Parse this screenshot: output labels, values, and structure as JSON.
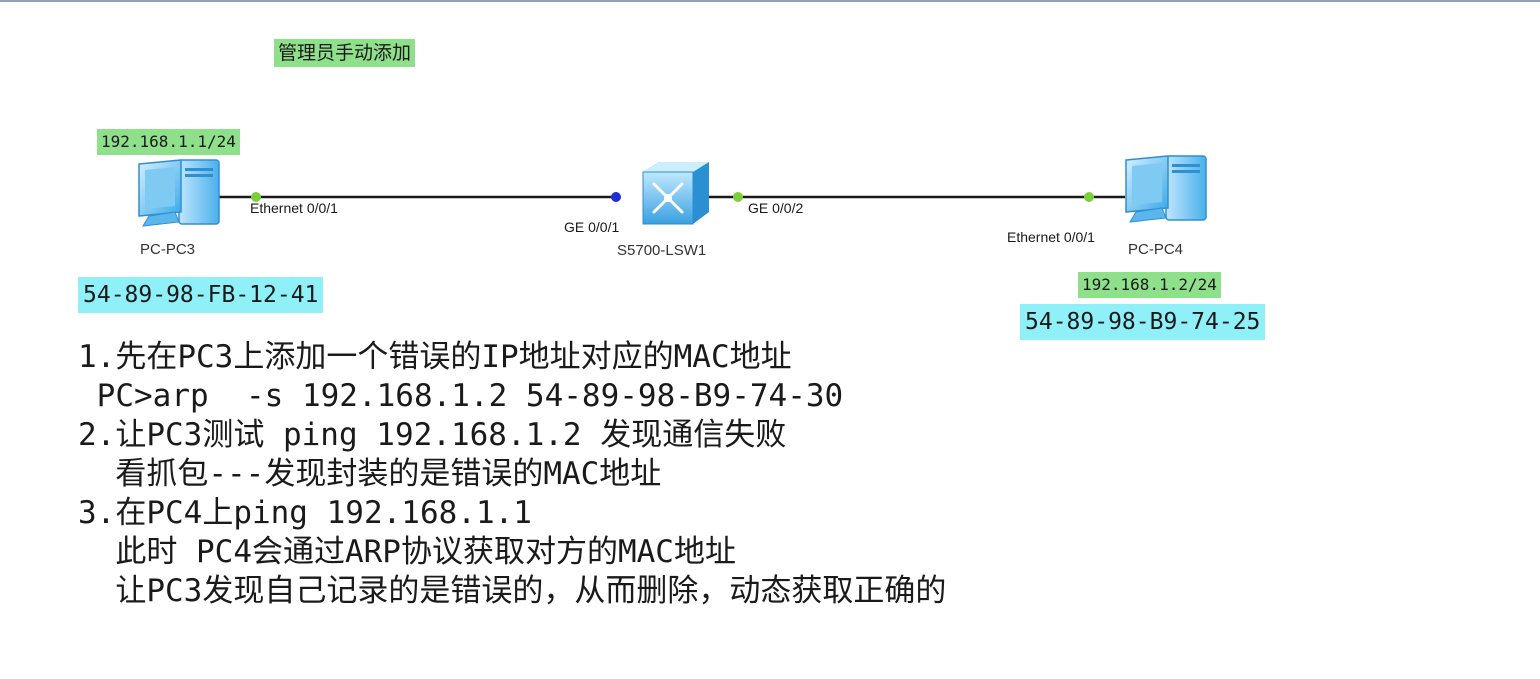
{
  "annotation": "管理员手动添加",
  "devices": {
    "pc3": {
      "name": "PC-PC3",
      "ip": "192.168.1.1/24",
      "mac": "54-89-98-FB-12-41",
      "port": "Ethernet 0/0/1"
    },
    "switch": {
      "name": "S5700-LSW1",
      "port_left": "GE 0/0/1",
      "port_right": "GE 0/0/2"
    },
    "pc4": {
      "name": "PC-PC4",
      "ip": "192.168.1.2/24",
      "mac": "54-89-98-B9-74-25",
      "port": "Ethernet 0/0/1"
    }
  },
  "colors": {
    "ip_bg": "#8fe08a",
    "mac_bg": "#8ff0f8",
    "port_up": "#7ccf3a",
    "port_blue": "#1e2fd6",
    "link": "#1a1a1a"
  },
  "notes": [
    "1.先在PC3上添加一个错误的IP地址对应的MAC地址",
    " PC>arp  -s 192.168.1.2 54-89-98-B9-74-30",
    "2.让PC3测试 ping 192.168.1.2 发现通信失败",
    "  看抓包---发现封装的是错误的MAC地址",
    "3.在PC4上ping 192.168.1.1",
    "  此时 PC4会通过ARP协议获取对方的MAC地址",
    "  让PC3发现自己记录的是错误的，从而删除，动态获取正确的"
  ]
}
